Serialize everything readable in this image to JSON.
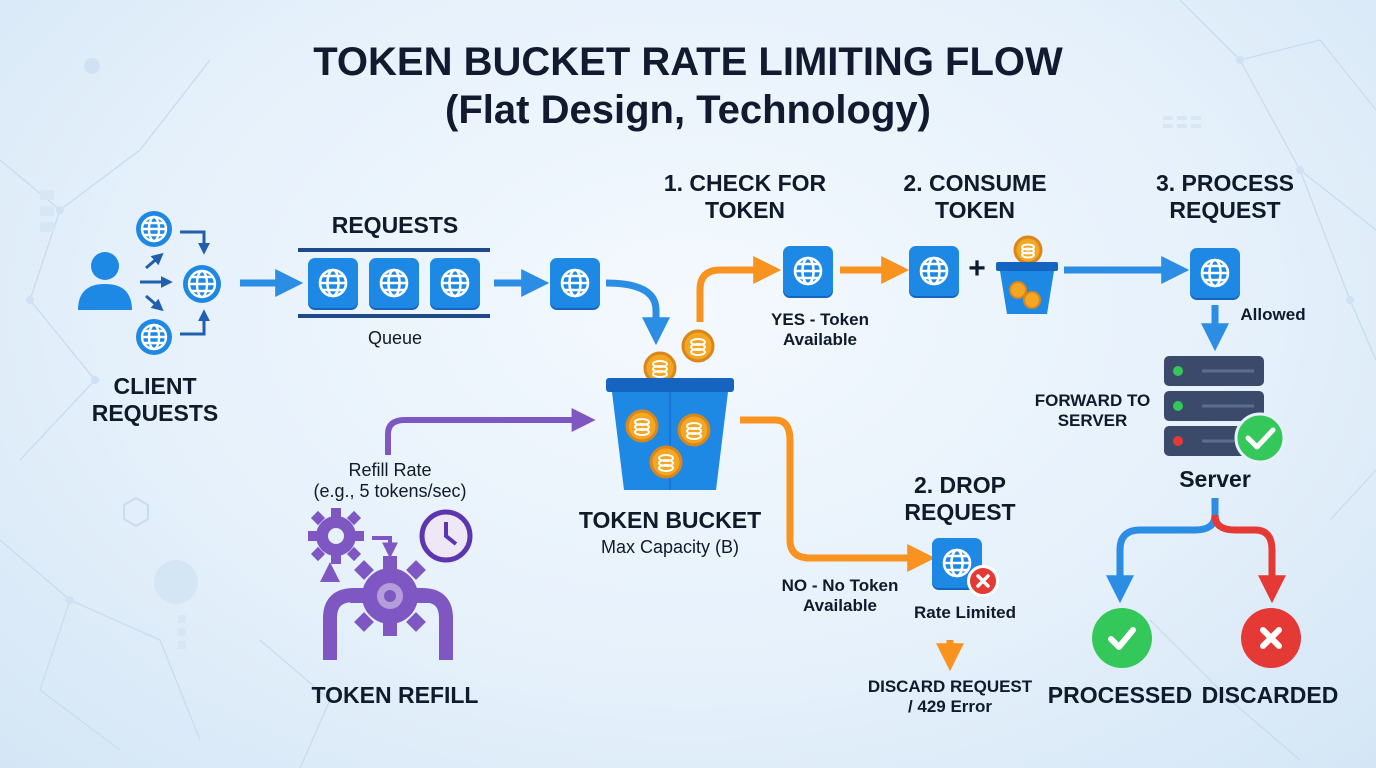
{
  "title": {
    "line1": "TOKEN BUCKET RATE LIMITING FLOW",
    "line2": "(Flat Design, Technology)"
  },
  "client": {
    "label_line1": "CLIENT",
    "label_line2": "REQUESTS"
  },
  "queue": {
    "heading": "REQUESTS",
    "label": "Queue"
  },
  "bucket": {
    "label": "TOKEN BUCKET",
    "capacity": "Max Capacity (B)"
  },
  "refill": {
    "rate_line1": "Refill Rate",
    "rate_line2": "(e.g., 5 tokens/sec)",
    "label": "TOKEN REFILL"
  },
  "steps": {
    "check": {
      "line1": "1. CHECK FOR",
      "line2": "TOKEN",
      "yes_line1": "YES - Token",
      "yes_line2": "Available"
    },
    "consume": {
      "line1": "2. CONSUME",
      "line2": "TOKEN",
      "plus": "+"
    },
    "process": {
      "line1": "3. PROCESS",
      "line2": "REQUEST",
      "allowed": "Allowed"
    },
    "drop": {
      "line1": "2. DROP",
      "line2": "REQUEST",
      "no_line1": "NO - No Token",
      "no_line2": "Available",
      "rate_limited": "Rate Limited",
      "discard_line1": "DISCARD REQUEST",
      "discard_line2": "/ 429 Error"
    }
  },
  "server": {
    "forward_line1": "FORWARD TO",
    "forward_line2": "SERVER",
    "label": "Server"
  },
  "outcomes": {
    "processed": "PROCESSED",
    "discarded": "DISCARDED"
  },
  "colors": {
    "blue": "#1e88e5",
    "blue_arrow": "#2b8de3",
    "orange": "#f7931e",
    "purple": "#7e57c2",
    "server_navy": "#3b4a6b",
    "green": "#34c759",
    "red": "#e53935",
    "coin": "#f5a623",
    "text": "#0f1a2b"
  },
  "icons": [
    "user-icon",
    "globe-icon",
    "bucket-icon",
    "coin-icon",
    "gear-icon",
    "clock-icon",
    "server-icon",
    "check-icon",
    "cross-icon",
    "arrow-icon"
  ]
}
